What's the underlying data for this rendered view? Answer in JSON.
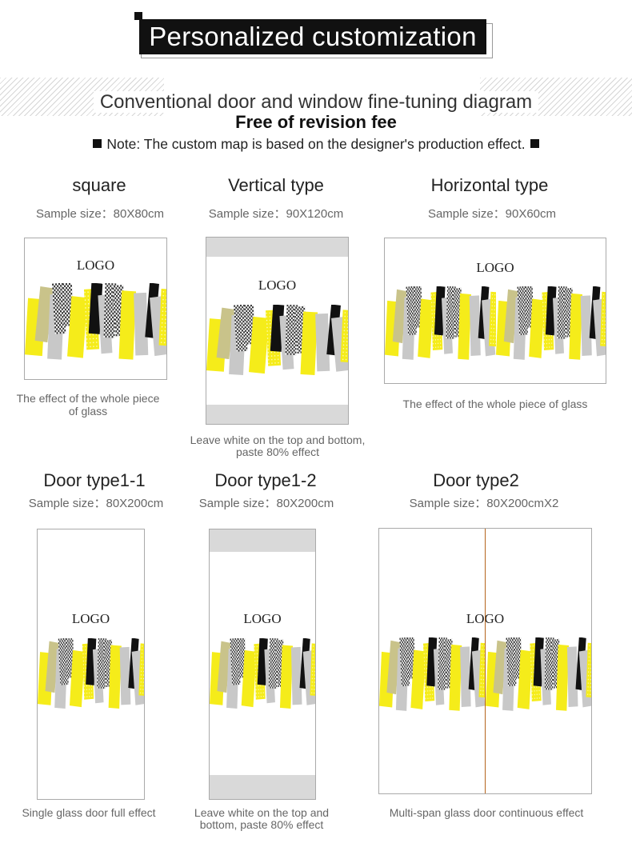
{
  "header": {
    "title": "Personalized customization"
  },
  "intro": {
    "subtitle": "Conventional door and window fine-tuning diagram",
    "bold_line": "Free of revision fee",
    "note": "Note: The custom map is based on the designer's production effect."
  },
  "row1": [
    {
      "title": "square",
      "size": "Sample size：80X80cm",
      "logo": "LOGO",
      "caption": "The effect of the whole piece of glass"
    },
    {
      "title": "Vertical type",
      "size": "Sample size：90X120cm",
      "logo": "LOGO",
      "caption_line1": "Leave white on the top and bottom,",
      "caption_line2": "paste 80% effect"
    },
    {
      "title": "Horizontal type",
      "size": "Sample size：90X60cm",
      "logo": "LOGO",
      "caption": "The effect of the whole piece of glass"
    }
  ],
  "row2": [
    {
      "title": "Door type1-1",
      "size": "Sample size：80X200cm",
      "logo": "LOGO",
      "caption": "Single glass door full effect"
    },
    {
      "title": "Door type1-2",
      "size": "Sample size：80X200cm",
      "logo": "LOGO",
      "caption_line1": "Leave white on the top and",
      "caption_line2": "bottom, paste 80% effect"
    },
    {
      "title": "Door type2",
      "size": "Sample size：80X200cmX2",
      "logo": "LOGO",
      "caption": "Multi-span glass door continuous effect"
    }
  ],
  "colors": {
    "yellow": "#f5ec1a",
    "black": "#111111",
    "gray": "#c8c8c8",
    "khaki": "#c9c38a",
    "band": "#d9d9d9",
    "divider": "#b5651d"
  }
}
